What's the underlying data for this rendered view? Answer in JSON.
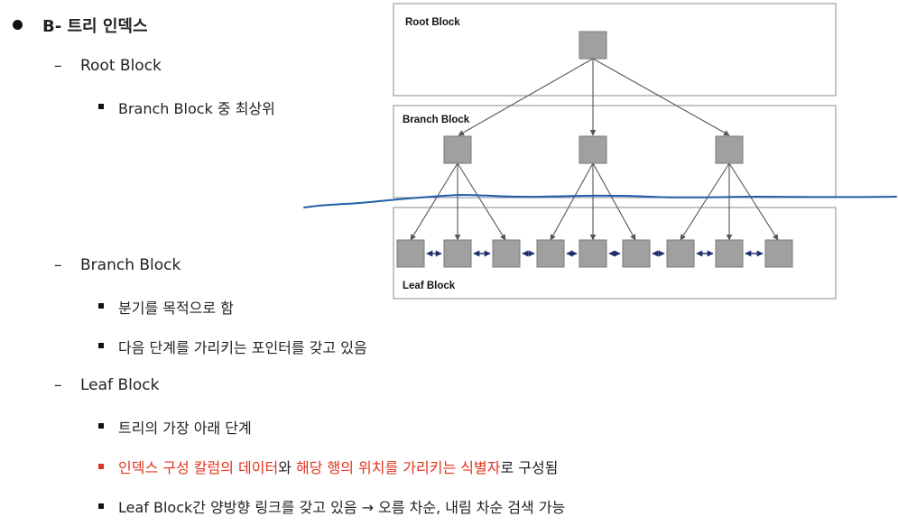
{
  "heading": "B- 트리 인덱스",
  "sections": [
    {
      "label": "Root Block",
      "items": [
        "Branch Block 중 최상위"
      ]
    },
    {
      "label": "Branch Block",
      "items": [
        "분기를 목적으로 함",
        "다음 단계를 가리키는 포인터를 갖고 있음"
      ]
    },
    {
      "label": "Leaf Block",
      "items": [
        "트리의 가장 아래 단계"
      ]
    }
  ],
  "leaf_red_item": {
    "part1": "인덱스 구성 칼럼의 데이터",
    "part2": "와 ",
    "part3": "해당 행의 위치를 가리키는 식별자",
    "part4": "로 구성됨"
  },
  "leaf_last_item": "Leaf Block간 양방향 링크를 갖고 있음 → 오름 차순, 내림 차순 검색 가능",
  "diagram": {
    "root_label": "Root Block",
    "branch_label": "Branch Block",
    "leaf_label": "Leaf Block"
  },
  "colors": {
    "accent_red": "#e0341e",
    "node_fill": "#a0a0a0",
    "link_arrow": "#1f2f6e",
    "pen_line": "#1f5fa8"
  }
}
